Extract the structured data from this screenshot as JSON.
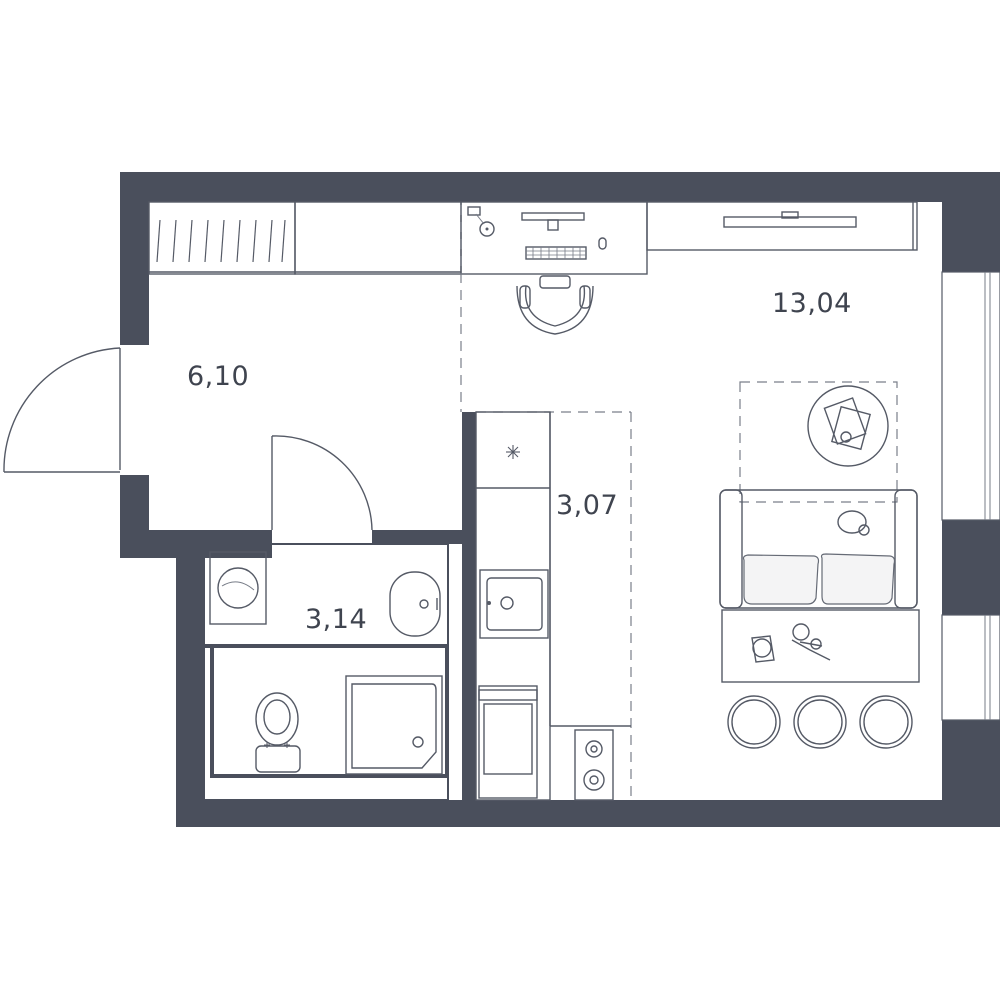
{
  "rooms": [
    {
      "id": "hall",
      "area": "6,10"
    },
    {
      "id": "bathroom",
      "area": "3,14"
    },
    {
      "id": "kitchen",
      "area": "3,07"
    },
    {
      "id": "living",
      "area": "13,04"
    }
  ],
  "colors": {
    "wall": "#4a4f5c",
    "line": "#555a66",
    "label": "#3f444f"
  }
}
